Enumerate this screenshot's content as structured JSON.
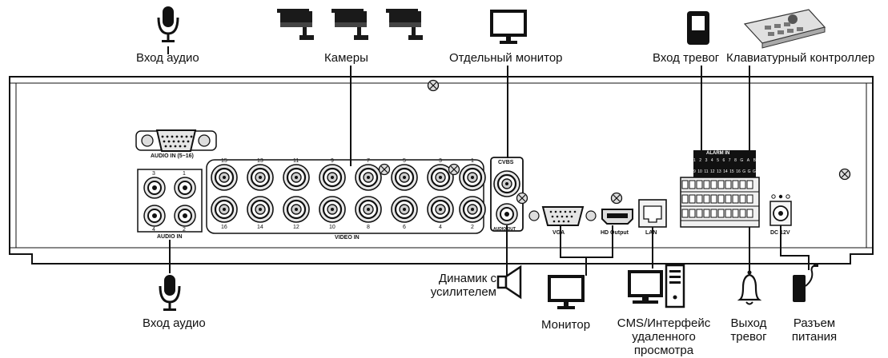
{
  "labels": {
    "audio_in_top": "Вход аудио",
    "cameras": "Камеры",
    "separate_monitor": "Отдельный монитор",
    "alarm_in": "Вход тревог",
    "keyboard_controller": "Клавиатурный контроллер",
    "speaker_line1": "Динамик с",
    "speaker_line2": "усилителем",
    "audio_in_bottom": "Вход аудио",
    "monitor": "Монитор",
    "cms_line1": "CMS/Интерфейс",
    "cms_line2": "удаленного",
    "cms_line3": "просмотра",
    "alarm_out_line1": "Выход",
    "alarm_out_line2": "тревог",
    "power_line1": "Разъем",
    "power_line2": "питания"
  },
  "panel": {
    "audio_in_db": "AUDIO IN (5~16)",
    "audio_in": "AUDIO IN",
    "video_in": "VIDEO IN",
    "cvbs": "CVBS",
    "audio_out": "AUDIO OUT",
    "vga": "VGA",
    "hd_output": "HD Output",
    "lan": "LAN",
    "alarm_in": "ALARM IN",
    "dc": "DC 12V",
    "audio_top_nums": [
      "3",
      "1"
    ],
    "audio_bottom_nums": [
      "4",
      "2"
    ],
    "video_top_nums": [
      "15",
      "13",
      "11",
      "9",
      "7",
      "5",
      "3",
      "1"
    ],
    "video_bottom_nums": [
      "16",
      "14",
      "12",
      "10",
      "8",
      "6",
      "4",
      "2"
    ],
    "alarm_row1": [
      "1",
      "2",
      "3",
      "4",
      "5",
      "6",
      "7",
      "8",
      "G",
      "A",
      "B"
    ],
    "alarm_row2": [
      "9",
      "10",
      "11",
      "12",
      "13",
      "14",
      "15",
      "16",
      "G",
      "G",
      "G"
    ]
  },
  "icons": [
    "microphone-icon",
    "camera-icon",
    "monitor-icon",
    "remote-icon",
    "keyboard-icon",
    "speaker-icon",
    "computer-icon",
    "bell-icon",
    "power-adapter-icon"
  ]
}
